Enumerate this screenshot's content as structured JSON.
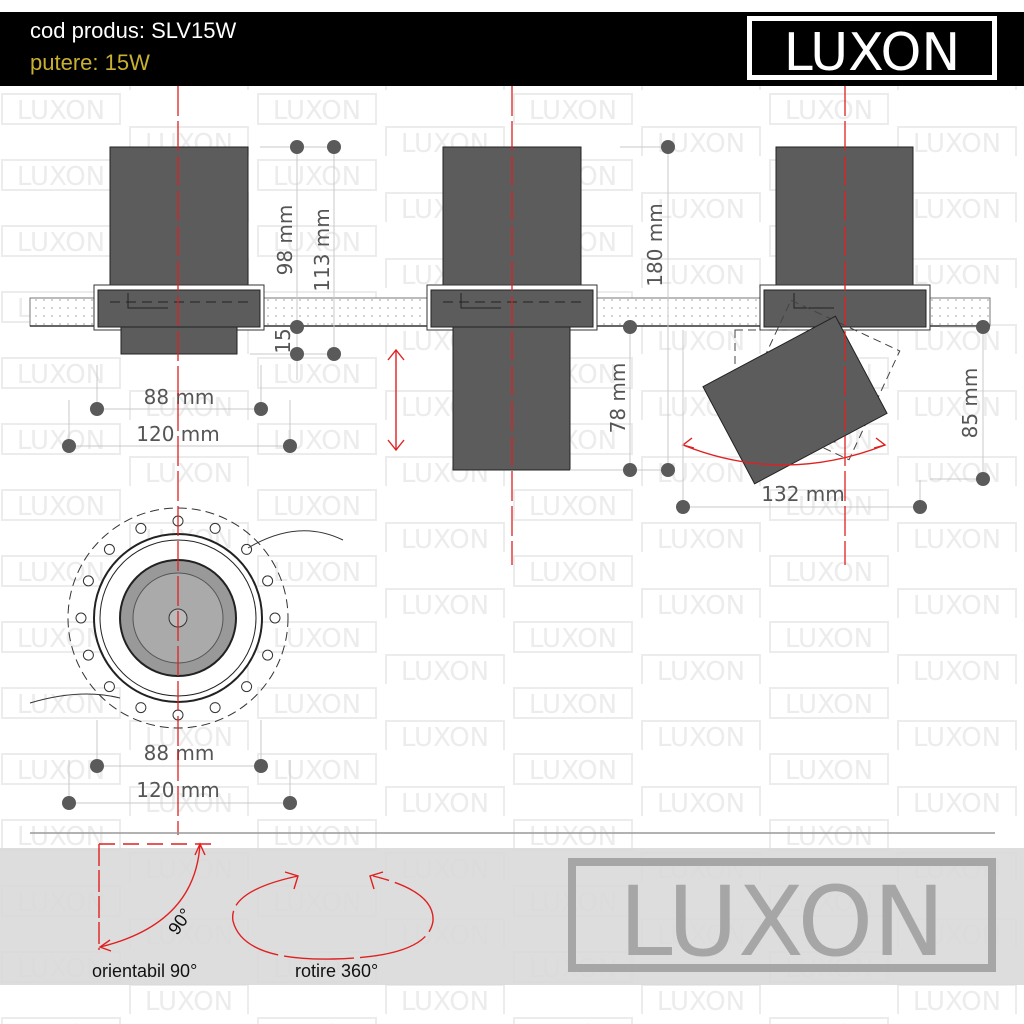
{
  "header": {
    "product_code": "cod produs: SLV15W",
    "power": "putere: 15W",
    "logo": "LUXON"
  },
  "watermark": "LUXON",
  "side_view_fixed": {
    "height_body": "98 mm",
    "height_total": "113 mm",
    "protrusion": "15",
    "cutout": "88 mm",
    "flange": "120 mm"
  },
  "side_view_lowered": {
    "height_total": "180 mm",
    "lowered": "78 mm"
  },
  "side_view_tilted": {
    "width": "132 mm",
    "depth": "85 mm"
  },
  "top_view": {
    "cutout": "88 mm",
    "flange": "120 mm"
  },
  "footer": {
    "tilt_angle": "90°",
    "tilt_label": "orientabil 90°",
    "rotate_label": "rotire 360°",
    "logo": "LUXON"
  },
  "colors": {
    "header_bg": "#000000",
    "power_text": "#c8b030",
    "centerline": "#e02020",
    "body": "#5c5c5c",
    "footer_band": "#d9d9d9"
  }
}
